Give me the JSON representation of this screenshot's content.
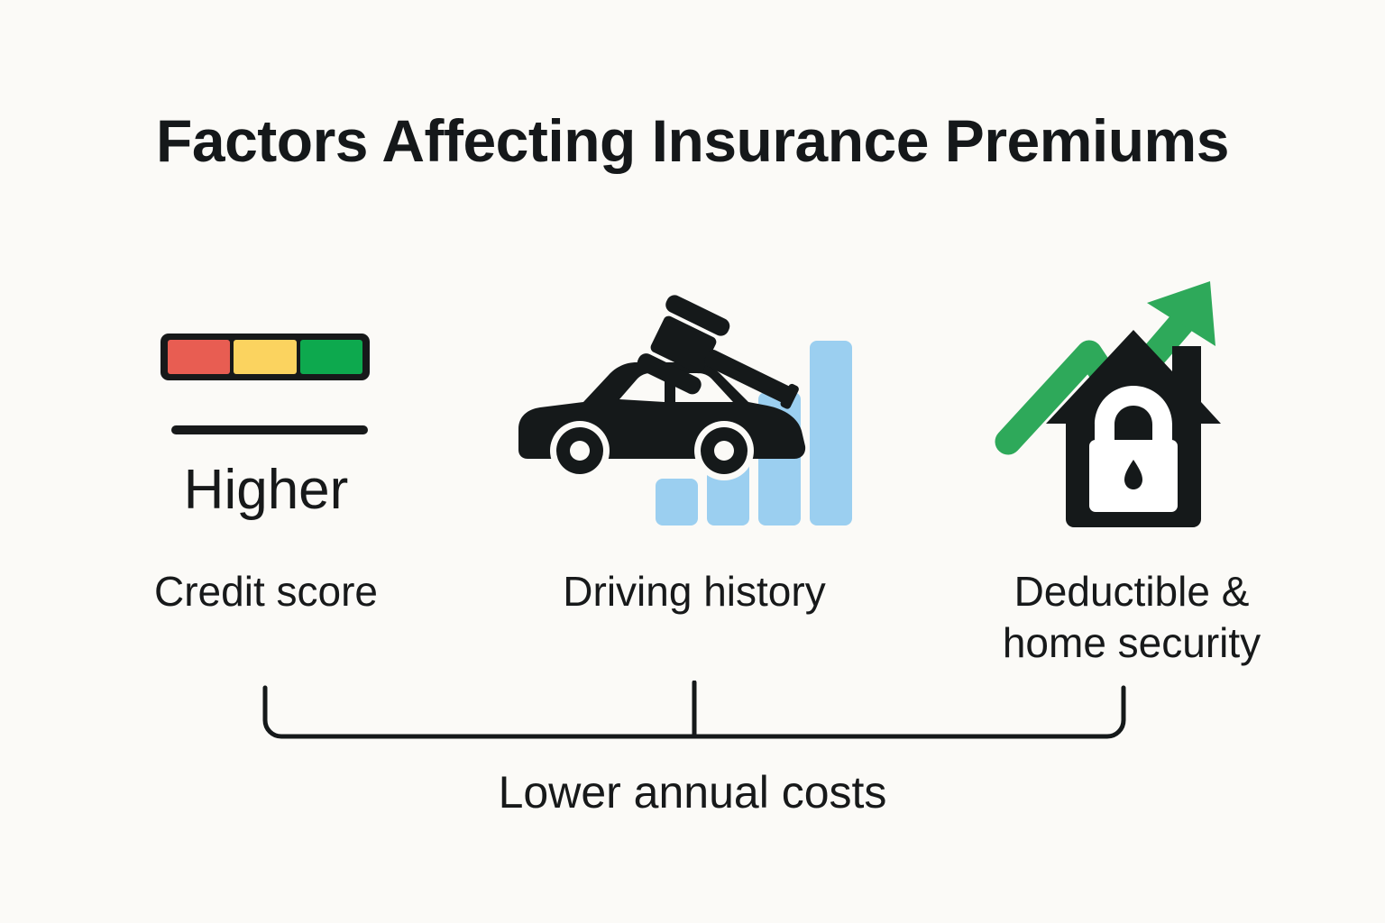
{
  "page": {
    "title": "Factors Affecting Insurance Premiums",
    "background_color": "#FBFAF7",
    "text_color": "#17191A"
  },
  "columns": [
    {
      "id": "credit-score",
      "caption_line1": "Credit score",
      "caption_line2": "",
      "value_label": "Higher",
      "icon": "credit-score-meter-icon",
      "meter": {
        "segments": [
          {
            "name": "poor",
            "color": "#E85D52"
          },
          {
            "name": "fair",
            "color": "#FBD35F"
          },
          {
            "name": "good",
            "color": "#0DA94E"
          }
        ],
        "frame_color": "#17191A"
      }
    },
    {
      "id": "driving-history",
      "caption_line1": "Driving history",
      "caption_line2": "",
      "value_label": "",
      "icon": "car-gavel-bar-chart-icon",
      "bars": {
        "color": "#9BCFF0",
        "values": [
          52,
          78,
          148,
          205
        ]
      }
    },
    {
      "id": "deductible-home-security",
      "caption_line1": "Deductible &",
      "caption_line2": "home security",
      "value_label": "",
      "icon": "house-lock-growth-arrow-icon",
      "arrow_color": "#2EA95A",
      "house_color": "#17191A",
      "lock_color": "#FFFFFF"
    }
  ],
  "footer": {
    "bracket_label": "Lower annual costs"
  }
}
